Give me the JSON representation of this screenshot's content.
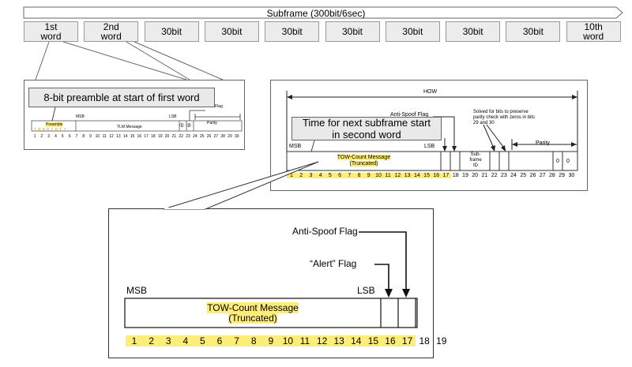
{
  "subframe_label": "Subframe (300bit/6sec)",
  "words": [
    "1st\nword",
    "2nd\nword",
    "30bit",
    "30bit",
    "30bit",
    "30bit",
    "30bit",
    "30bit",
    "30bit",
    "10th\nword"
  ],
  "tlm": {
    "callout": "8-bit preamble at start of first word",
    "flag_label": "Flag",
    "msb": "MSB",
    "lsb": "LSB",
    "preamble_label": "Preamble",
    "preamble_bits": "1 0 0 0 1 0 1 1",
    "message": "TLM Message",
    "parity": "Parity",
    "circ1": "①",
    "circ2": "②",
    "bit_numbers": [
      "1",
      "2",
      "3",
      "4",
      "5",
      "6",
      "7",
      "8",
      "9",
      "10",
      "11",
      "12",
      "13",
      "14",
      "15",
      "16",
      "17",
      "18",
      "19",
      "20",
      "21",
      "22",
      "23",
      "24",
      "25",
      "26",
      "27",
      "28",
      "29",
      "30"
    ]
  },
  "how": {
    "how_label": "HOW",
    "anti_spoof": "Anti-Spoof Flag",
    "solved_note": "Solved for bits to preserve parity check with zeros in bits 29 and 30",
    "callout_line1": "Time for next subframe start",
    "callout_line2": "in second word",
    "msb": "MSB",
    "lsb": "LSB",
    "message_line1": "TOW-Count Message",
    "message_line2": "(Truncated)",
    "subframe_id": "Sub-\nframe\nID",
    "parity": "Parity",
    "zero1": "0",
    "zero2": "0",
    "bit_numbers": [
      "1",
      "2",
      "3",
      "4",
      "5",
      "6",
      "7",
      "8",
      "9",
      "10",
      "11",
      "12",
      "13",
      "14",
      "15",
      "16",
      "17",
      "18",
      "19",
      "20",
      "21",
      "22",
      "23",
      "24",
      "25",
      "26",
      "27",
      "28",
      "29",
      "30"
    ]
  },
  "zoom": {
    "anti_spoof": "Anti-Spoof Flag",
    "alert": "“Alert” Flag",
    "msb": "MSB",
    "lsb": "LSB",
    "message_line1": "TOW-Count Message",
    "message_line2": "(Truncated)",
    "bit_numbers": [
      "1",
      "2",
      "3",
      "4",
      "5",
      "6",
      "7",
      "8",
      "9",
      "10",
      "11",
      "12",
      "13",
      "14",
      "15",
      "16",
      "17",
      "18",
      "19"
    ]
  }
}
